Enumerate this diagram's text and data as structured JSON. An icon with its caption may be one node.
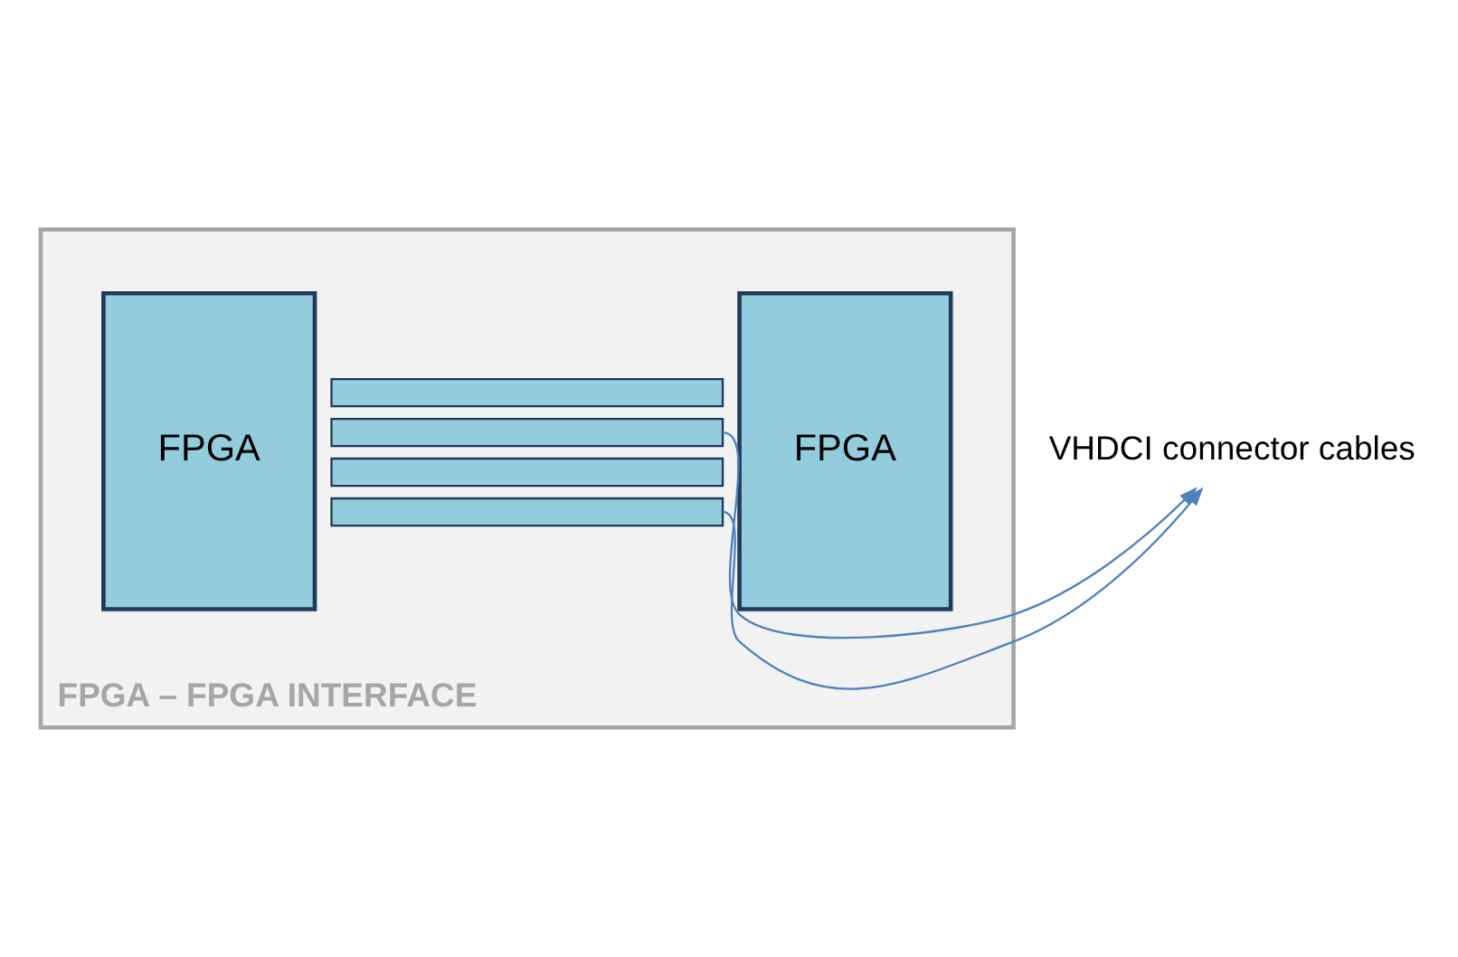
{
  "diagram": {
    "nodes": [
      {
        "text": [
          "FPGA – FPGA INTERFACE"
        ]
      },
      {
        "text": [
          "FPGA"
        ],
        "in": 0
      },
      {
        "text": [],
        "shape": "bar",
        "in": 0
      },
      {
        "text": [],
        "shape": "bar",
        "in": 0
      },
      {
        "text": [],
        "shape": "bar",
        "in": 0
      },
      {
        "text": [],
        "shape": "bar",
        "in": 0
      },
      {
        "text": [
          "FPGA"
        ],
        "in": 0
      },
      {
        "text": [
          "VHDCI connector cables"
        ]
      }
    ],
    "edges": [
      {
        "from": 3,
        "to": 7,
        "arrow": "to"
      },
      {
        "from": 5,
        "to": 7,
        "arrow": "to"
      }
    ]
  }
}
